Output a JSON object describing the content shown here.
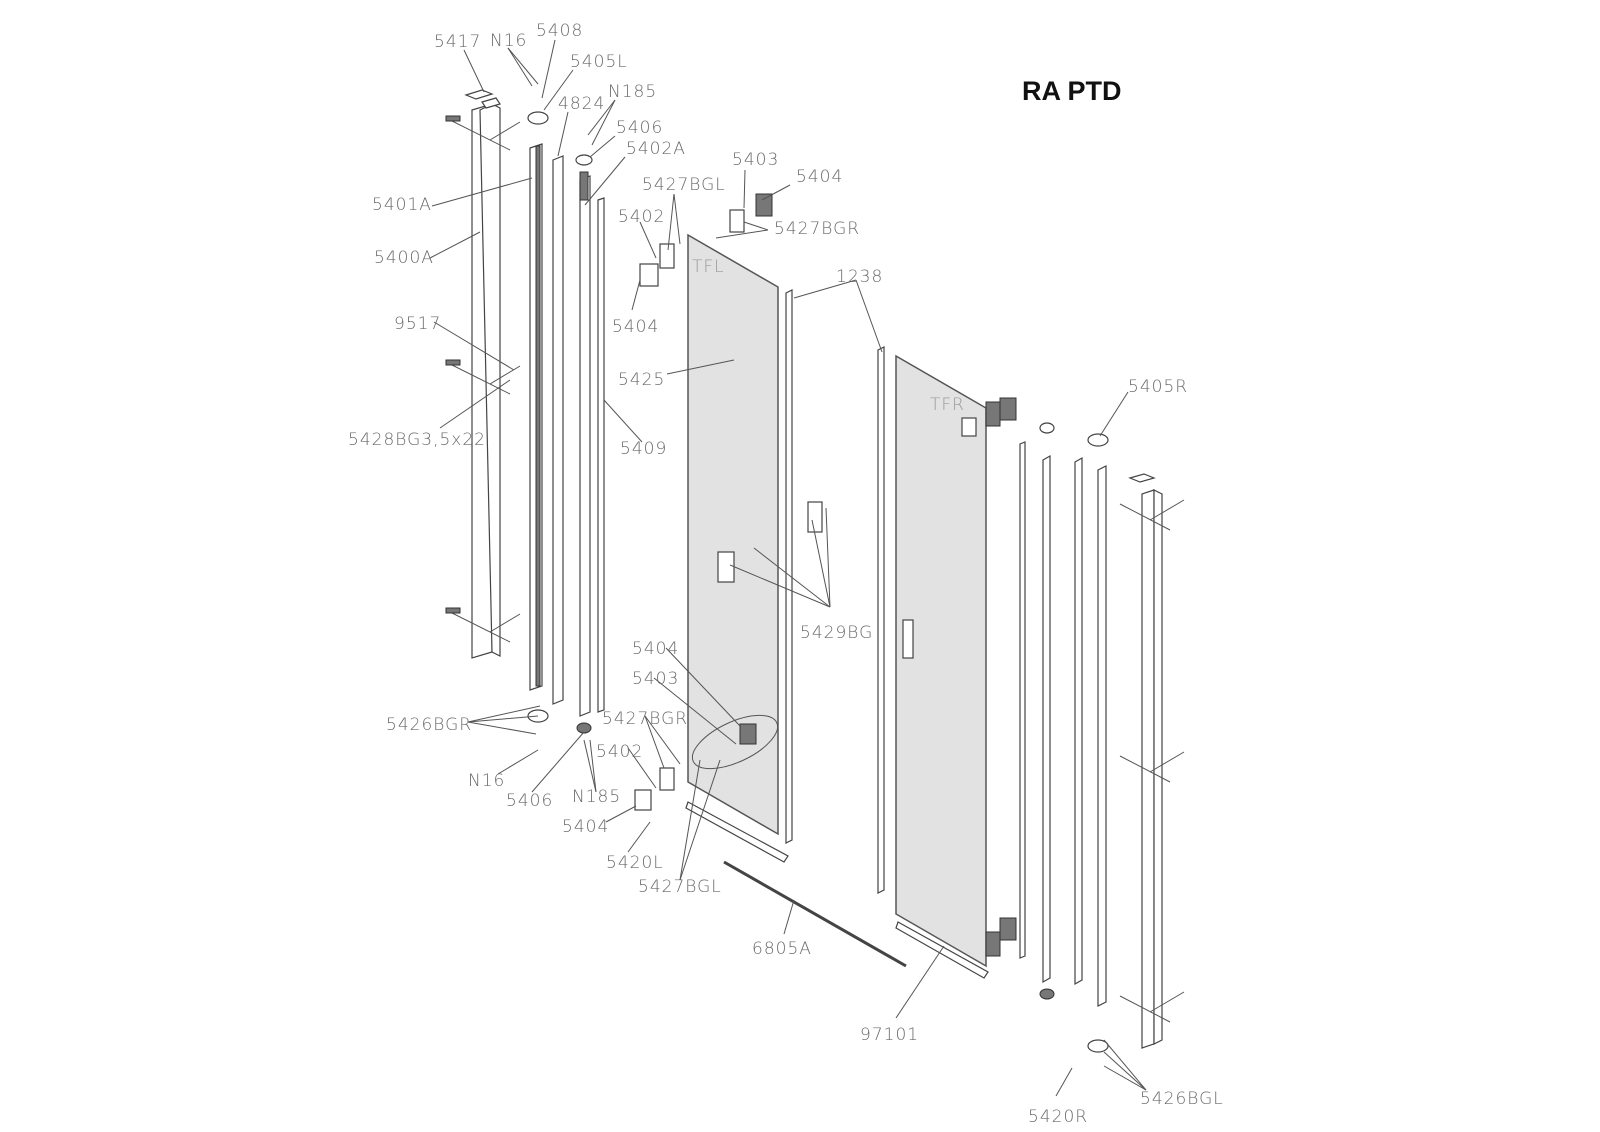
{
  "title": "RA PTD",
  "labels": {
    "l5417": "5417",
    "n16_top": "N16",
    "l5408": "5408",
    "l5405L": "5405L",
    "l4824": "4824",
    "n185_top": "N185",
    "l5406_top": "5406",
    "l5402A": "5402A",
    "l5403_top": "5403",
    "l5404_top": "5404",
    "l5427BGL_top": "5427BGL",
    "l5427BGR_top": "5427BGR",
    "l5402_top": "5402",
    "tfl": "TFL",
    "l5404_mid": "5404",
    "l1238": "1238",
    "l5401A": "5401A",
    "l5400A": "5400A",
    "l9517": "9517",
    "l5428": "5428BG3,5x22",
    "l5425": "5425",
    "l5409": "5409",
    "l5405R": "5405R",
    "tfr": "TFR",
    "l5429BG": "5429BG",
    "l5404_low": "5404",
    "l5403_low": "5403",
    "l5427BGR_low": "5427BGR",
    "l5426BGR": "5426BGR",
    "l5402_low": "5402",
    "n16_low": "N16",
    "l5406_low": "5406",
    "n185_low": "N185",
    "l5404_bot": "5404",
    "l5420L": "5420L",
    "l5427BGL_low": "5427BGL",
    "l6805A": "6805A",
    "l97101": "97101",
    "l5420R": "5420R",
    "l5426BGL": "5426BGL"
  }
}
